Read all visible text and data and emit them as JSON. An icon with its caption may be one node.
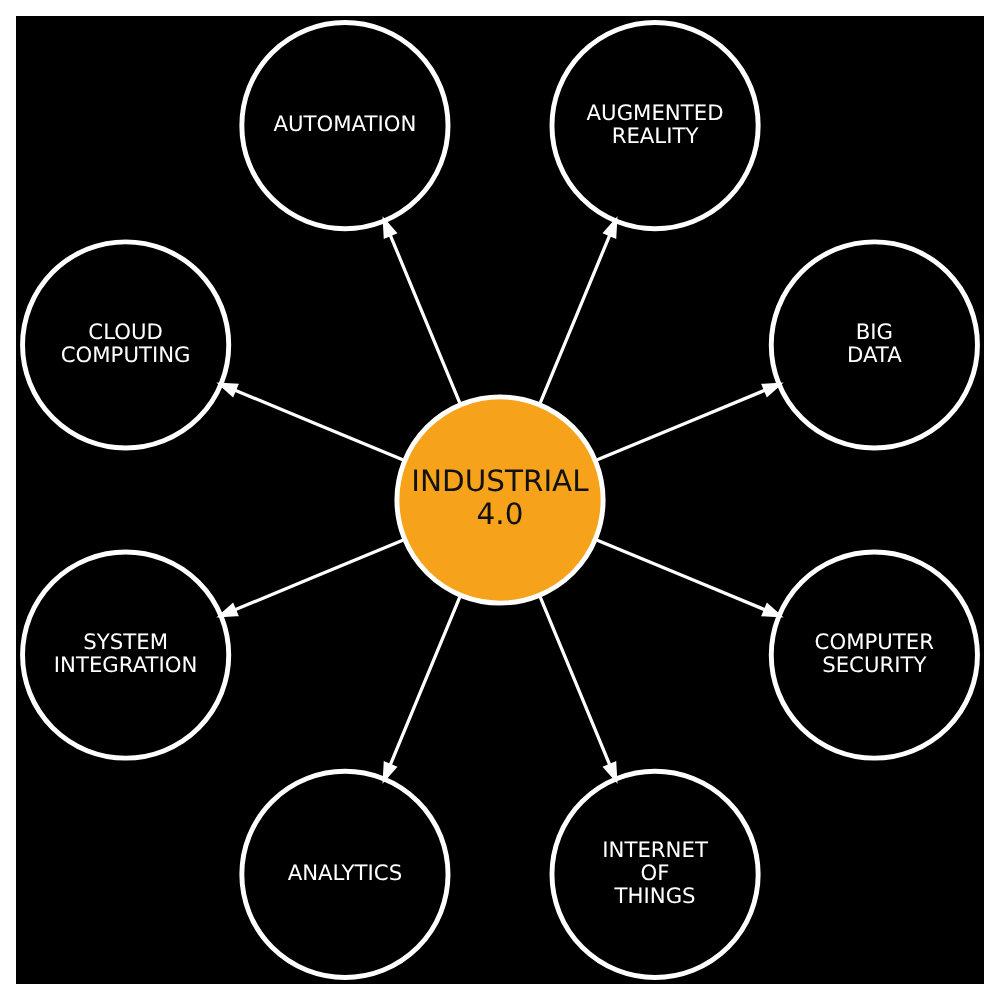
{
  "diagram": {
    "nodes": [
      {
        "text": [
          "INDUSTRIAL 4.0"
        ]
      },
      {
        "text": [
          "BIG DATA"
        ]
      },
      {
        "text": [
          "AUGMENTED REALITY"
        ]
      },
      {
        "text": [
          "AUTOMATION"
        ]
      },
      {
        "text": [
          "CLOUD COMPUTING"
        ]
      },
      {
        "text": [
          "SYSTEM INTEGRATION"
        ]
      },
      {
        "text": [
          "ANALYTICS"
        ]
      },
      {
        "text": [
          "INTERNET OF THINGS"
        ]
      },
      {
        "text": [
          "COMPUTER SECURITY"
        ]
      }
    ],
    "edges": [
      {
        "from": 0,
        "to": 1,
        "arrow": "to"
      },
      {
        "from": 0,
        "to": 2,
        "arrow": "to"
      },
      {
        "from": 0,
        "to": 3,
        "arrow": "to"
      },
      {
        "from": 0,
        "to": 4,
        "arrow": "to"
      },
      {
        "from": 0,
        "to": 5,
        "arrow": "to"
      },
      {
        "from": 0,
        "to": 6,
        "arrow": "to"
      },
      {
        "from": 0,
        "to": 7,
        "arrow": "to"
      },
      {
        "from": 0,
        "to": 8,
        "arrow": "to"
      }
    ]
  }
}
